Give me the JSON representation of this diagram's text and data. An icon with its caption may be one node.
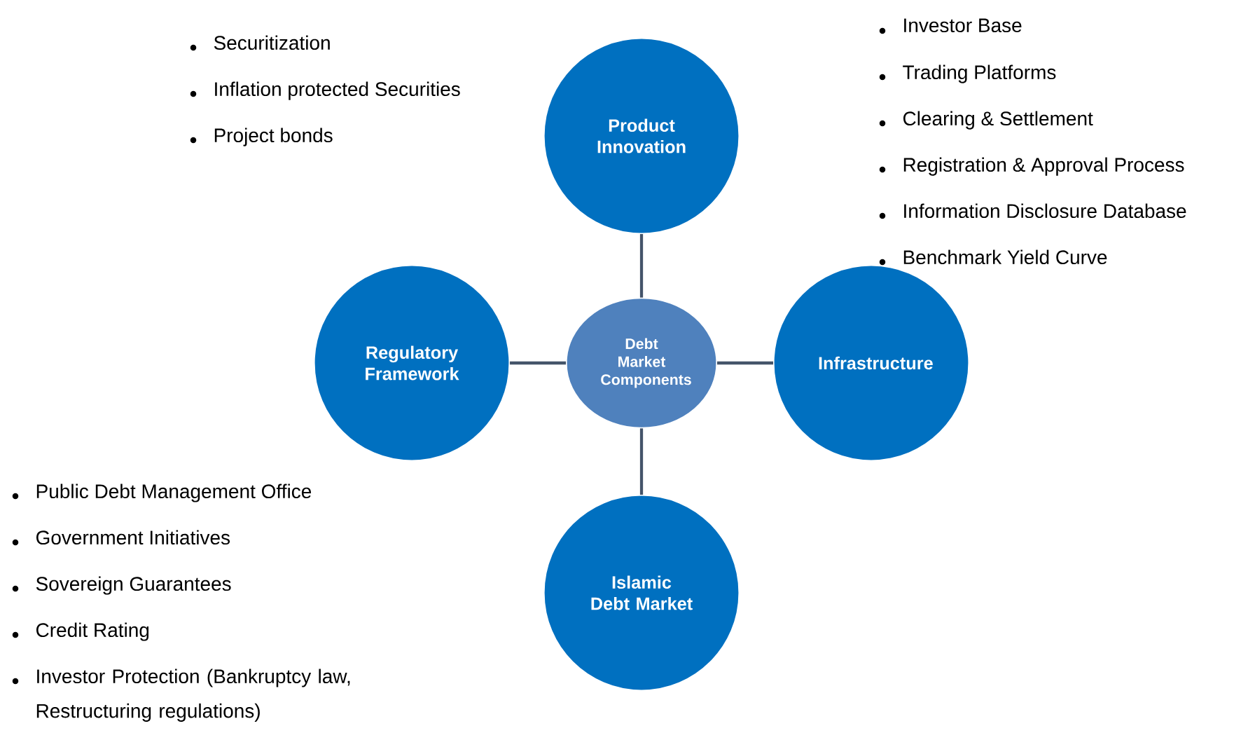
{
  "diagram": {
    "nodes": [
      {
        "text": [
          "Debt Market Components"
        ]
      },
      {
        "text": [
          "Product Innovation"
        ]
      },
      {
        "text": [
          "Regulatory Framework"
        ]
      },
      {
        "text": [
          "Infrastructure"
        ]
      },
      {
        "text": [
          "Islamic Debt Market"
        ]
      }
    ],
    "edges": [
      {
        "from": 0,
        "to": 1,
        "arrow": "none"
      },
      {
        "from": 0,
        "to": 2,
        "arrow": "none"
      },
      {
        "from": 0,
        "to": 3,
        "arrow": "none"
      },
      {
        "from": 0,
        "to": 4,
        "arrow": "none"
      }
    ],
    "labels": [
      "Securitization",
      "Inflation protected Securities",
      "Project bonds",
      "Investor Base",
      "Trading Platforms",
      "Clearing & Settlement",
      "Registration & Approval Process",
      "Information Disclosure Database",
      "Benchmark Yield Curve",
      "Public Debt Management Office",
      "Government Initiatives",
      "Sovereign Guarantees",
      "Credit Rating",
      "Investor Protection (Bankruptcy law, Restructuring regulations)"
    ]
  }
}
